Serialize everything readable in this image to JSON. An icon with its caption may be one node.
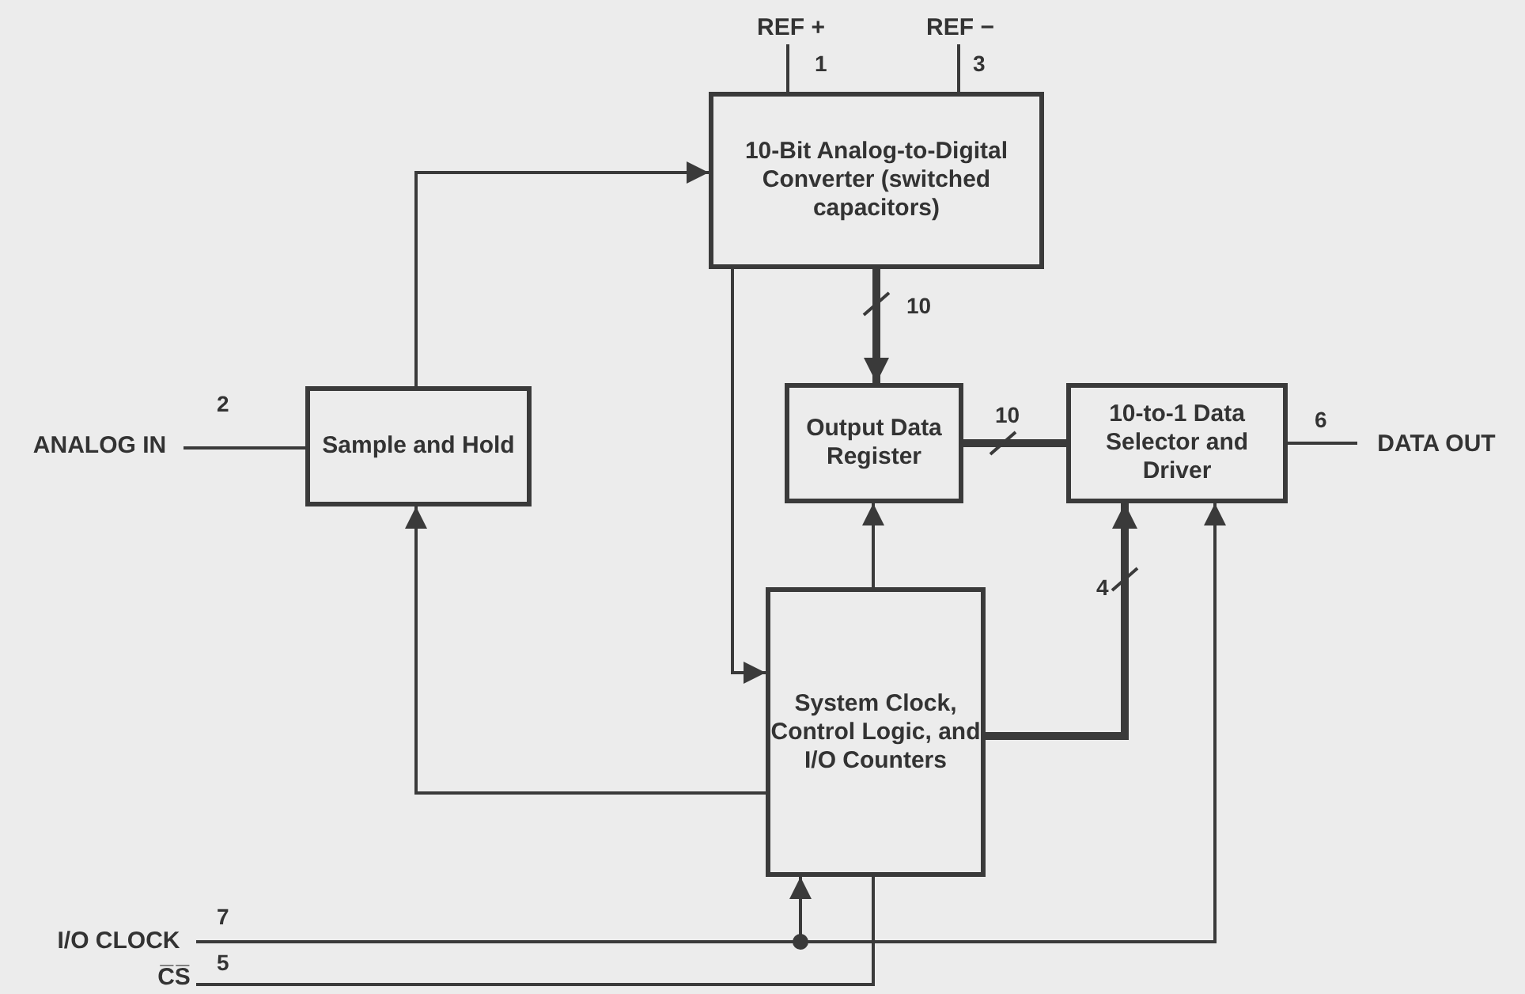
{
  "diagram": {
    "nodes": [
      {
        "text": [
          "REF +"
        ]
      },
      {
        "text": [
          "REF −"
        ]
      },
      {
        "text": [
          "10-Bit Analog-to-Digital Converter (switched capacitors)"
        ]
      },
      {
        "text": [
          "ANALOG IN"
        ]
      },
      {
        "text": [
          "Sample and Hold"
        ]
      },
      {
        "text": [
          "Output Data Register"
        ]
      },
      {
        "text": [
          "10-to-1 Data Selector and Driver"
        ]
      },
      {
        "text": [
          "DATA OUT"
        ]
      },
      {
        "text": [
          "System Clock, Control Logic, and I/O Counters"
        ]
      },
      {
        "text": [
          "I/O CLOCK"
        ]
      },
      {
        "text": [
          "C̅S̅"
        ]
      }
    ],
    "edges": [
      {
        "from": 0,
        "to": 2,
        "arrow": "none",
        "label": "1"
      },
      {
        "from": 1,
        "to": 2,
        "arrow": "none",
        "label": "3"
      },
      {
        "from": 3,
        "to": 4,
        "arrow": "none",
        "label": "2"
      },
      {
        "from": 4,
        "to": 2,
        "arrow": "to"
      },
      {
        "from": 2,
        "to": 8,
        "arrow": "to"
      },
      {
        "from": 2,
        "to": 5,
        "arrow": "to",
        "label": "10",
        "style": "thick"
      },
      {
        "from": 8,
        "to": 5,
        "arrow": "to"
      },
      {
        "from": 5,
        "to": 6,
        "arrow": "none",
        "label": "10",
        "style": "thick"
      },
      {
        "from": 6,
        "to": 7,
        "arrow": "none",
        "label": "6"
      },
      {
        "from": 8,
        "to": 4,
        "arrow": "to"
      },
      {
        "from": 8,
        "to": 6,
        "arrow": "to",
        "label": "4",
        "style": "thick"
      },
      {
        "from": 9,
        "to": 8,
        "arrow": "to",
        "label": "7"
      },
      {
        "from": 9,
        "to": 6,
        "arrow": "to"
      },
      {
        "from": 10,
        "to": 8,
        "arrow": "none",
        "label": "5"
      }
    ]
  }
}
